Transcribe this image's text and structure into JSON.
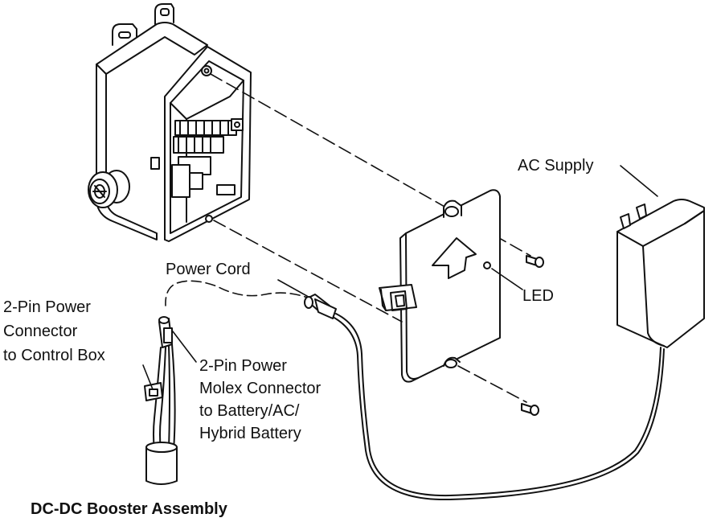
{
  "labels": {
    "ac_supply": "AC Supply",
    "power_cord": "Power Cord",
    "led": "LED",
    "pin2_control": [
      "2-Pin Power",
      "Connector",
      "to Control Box"
    ],
    "pin2_molex": [
      "2-Pin Power",
      "Molex Connector",
      "to Battery/AC/",
      "Hybrid Battery"
    ]
  },
  "title": "DC-DC Booster Assembly"
}
